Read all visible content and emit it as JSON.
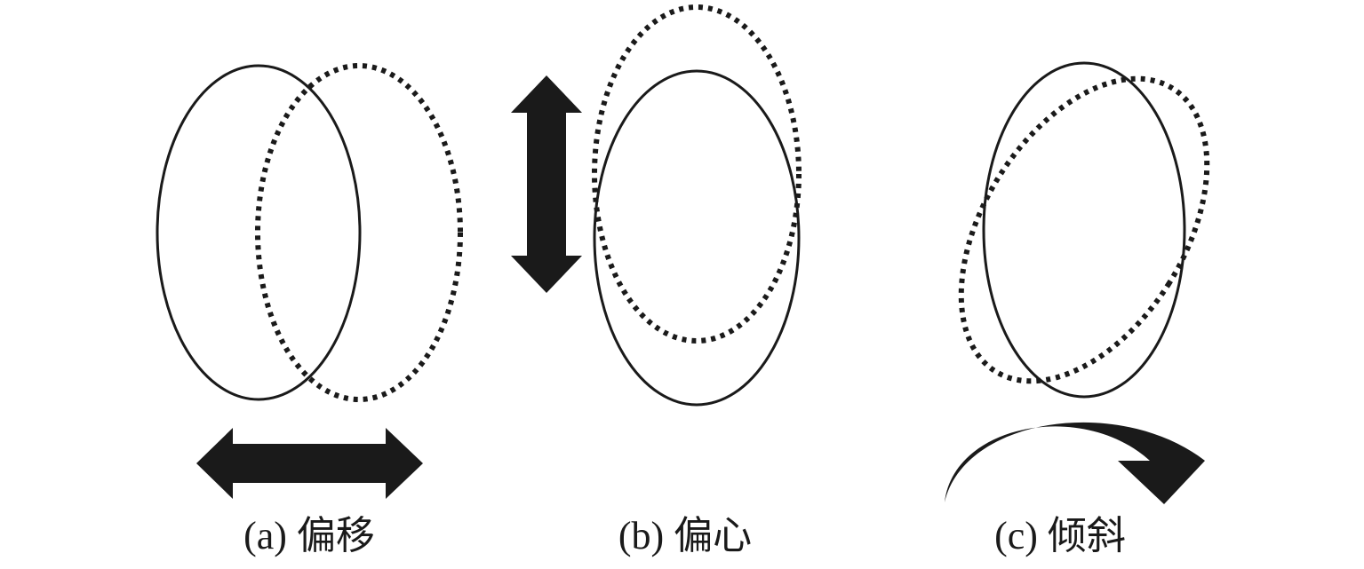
{
  "panels": [
    {
      "id": "a",
      "caption": "(a) 偏移",
      "motion": "horizontal-shift",
      "arrow_icon": "double-horizontal-arrow-icon"
    },
    {
      "id": "b",
      "caption": "(b) 偏心",
      "motion": "vertical-eccentricity",
      "arrow_icon": "double-vertical-arrow-icon"
    },
    {
      "id": "c",
      "caption": "(c) 倾斜",
      "motion": "tilt-rotation",
      "arrow_icon": "curved-rotation-arrow-icon"
    }
  ],
  "colors": {
    "stroke": "#1a1a1a",
    "background": "#ffffff"
  }
}
